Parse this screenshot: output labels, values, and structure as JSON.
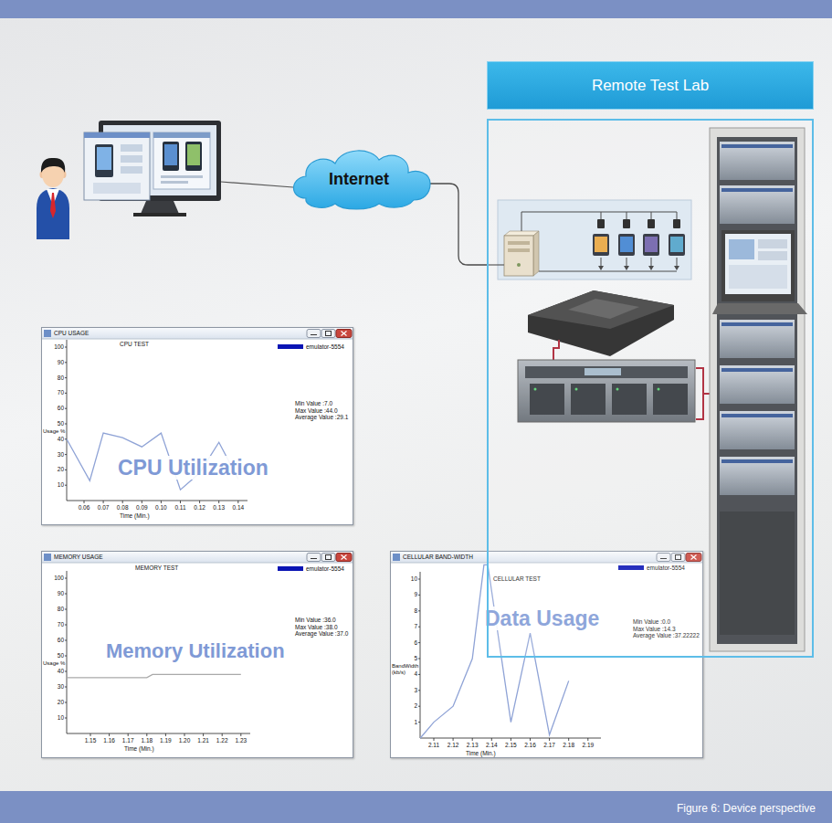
{
  "diagram": {
    "caption": "Figure 6: Device perspective",
    "nodes": [
      {
        "text": [
          "Internet"
        ]
      },
      {
        "text": [
          "Remote Test Lab"
        ]
      }
    ],
    "edges": [
      {
        "from": 0,
        "to": 1,
        "arrow": "none"
      }
    ],
    "labels": [
      "CPU USAGE",
      "CPU TEST",
      "100",
      "90",
      "80",
      "70",
      "60",
      "50",
      "40",
      "30",
      "20",
      "10",
      "Usage %",
      "Min Value :7.0",
      "Max Value :44.0",
      "Average Value :29.1",
      "0.06",
      "0.07",
      "0.08",
      "0.09",
      "0.10",
      "0.11",
      "0.12",
      "0.13",
      "0.14",
      "Time (Min.)",
      "CPU Utilization",
      "MEMORY USAGE",
      "MEMORY TEST",
      "100",
      "90",
      "80",
      "70",
      "60",
      "50",
      "40",
      "30",
      "20",
      "10",
      "Usage %",
      "Min Value :36.0",
      "Max Value :38.0",
      "Average Value :37.0",
      "1.15",
      "1.16",
      "1.17",
      "1.18",
      "1.19",
      "1.20",
      "1.21",
      "1.22",
      "1.23",
      "Time (Min.)",
      "Memory Utilization",
      "CELLULAR BAND-WIDTH",
      "CELLULAR TEST",
      "10",
      "9",
      "8",
      "7",
      "6",
      "5",
      "4",
      "3",
      "2",
      "1",
      "BandWidth (kb/s)",
      "Min Value :0.0",
      "Max Value :14.3",
      "Average Value :37.22222",
      "2.11",
      "2.12",
      "2.13",
      "2.14",
      "2.15",
      "2.16",
      "2.17",
      "2.18",
      "2.19",
      "Time (Min.)",
      "Data Usage"
    ],
    "legend": [
      {
        "text": "emulator-5554",
        "color": "#0a14b4"
      },
      {
        "text": "emulator-5554",
        "color": "#0a14b4"
      },
      {
        "text": "emulator-5554",
        "color": "#0a14b4"
      }
    ]
  }
}
